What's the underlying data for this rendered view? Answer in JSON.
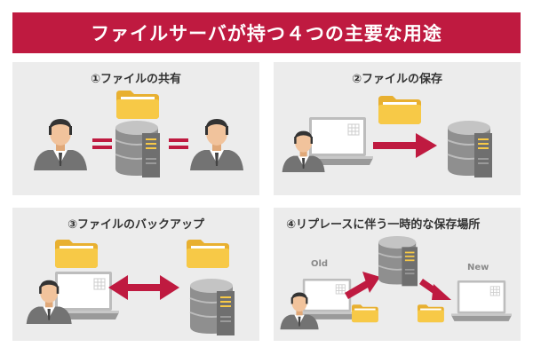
{
  "header": {
    "title": "ファイルサーバが持つ４つの主要な用途"
  },
  "panels": [
    {
      "title": "①ファイルの共有"
    },
    {
      "title": "②ファイルの保存"
    },
    {
      "title": "③ファイルのバックアップ"
    },
    {
      "title": "④リプレースに伴う一時的な保存場所",
      "label_old": "Old",
      "label_new": "New"
    }
  ],
  "colors": {
    "banner": "#bf1a40",
    "panel": "#ececec",
    "arrow": "#bf1a40",
    "folder": "#f7c947",
    "server": "#8f8f8f",
    "suit": "#737373",
    "hair": "#333333"
  },
  "icons": [
    "person-icon",
    "folder-icon",
    "server-icon",
    "laptop-icon",
    "equals-icon",
    "arrow-icon",
    "double-arrow-icon"
  ]
}
